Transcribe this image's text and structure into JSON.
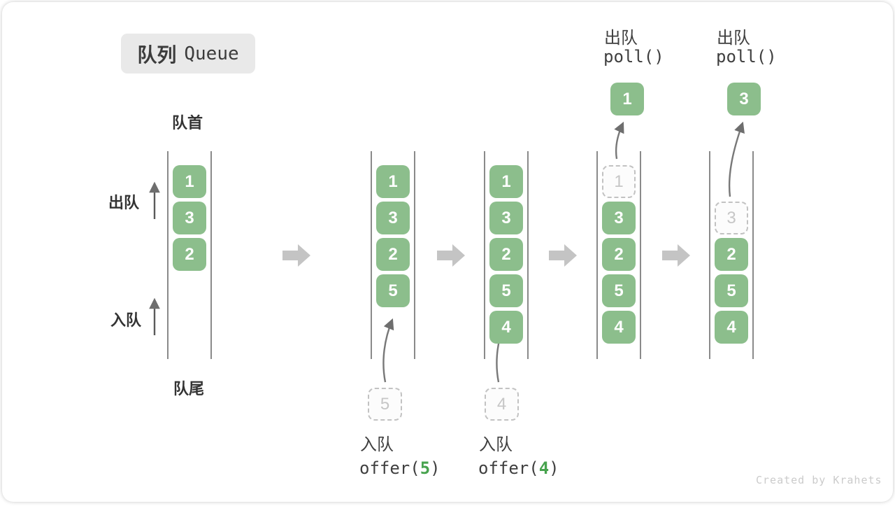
{
  "title": {
    "zh": "队列",
    "en": "Queue"
  },
  "labels": {
    "front": "队首",
    "rear": "队尾",
    "dequeue_side": "出队",
    "enqueue_side": "入队"
  },
  "operations": {
    "enqueue5": {
      "label": "入队",
      "pre": "offer(",
      "arg": "5",
      "post": ")"
    },
    "enqueue4": {
      "label": "入队",
      "pre": "offer(",
      "arg": "4",
      "post": ")"
    },
    "poll1": {
      "label": "出队",
      "code": "poll()"
    },
    "poll3": {
      "label": "出队",
      "code": "poll()"
    }
  },
  "states": [
    {
      "name": "initial",
      "items": [
        "1",
        "3",
        "2"
      ]
    },
    {
      "name": "after-offer-5",
      "items": [
        "1",
        "3",
        "2",
        "5"
      ],
      "incoming": "5"
    },
    {
      "name": "after-offer-4",
      "items": [
        "1",
        "3",
        "2",
        "5",
        "4"
      ],
      "incoming": "4"
    },
    {
      "name": "after-poll-1",
      "items": [
        "3",
        "2",
        "5",
        "4"
      ],
      "removed": "1"
    },
    {
      "name": "after-poll-3",
      "items": [
        "2",
        "5",
        "4"
      ],
      "removed": "3"
    }
  ],
  "watermark": "Created by Krahets",
  "colors": {
    "box_green": "#8CBE8C",
    "arg_green": "#47A34E",
    "ghost_grey": "#C6C6C6",
    "arrow_grey": "#C4C4C4",
    "line_dark": "#4C4C4C",
    "text_dark": "#3C3C3C",
    "chip_bg": "#E9E9E9",
    "watermark_grey": "#CBCBCB"
  }
}
